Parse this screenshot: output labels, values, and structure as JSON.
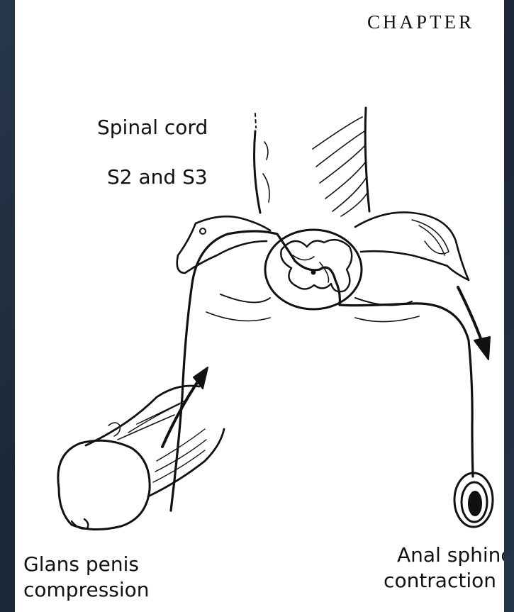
{
  "header": {
    "chapter": "CHAPTER"
  },
  "labels": {
    "spinal_cord": "Spinal cord",
    "segments": "S2 and S3",
    "glans_line1": "Glans penis",
    "glans_line2": "compression",
    "anal_line1": "Anal sphincte",
    "anal_line2": "contraction"
  },
  "colors": {
    "ink": "#111111",
    "paper": "#ffffff",
    "background": "#1f2c3c"
  }
}
